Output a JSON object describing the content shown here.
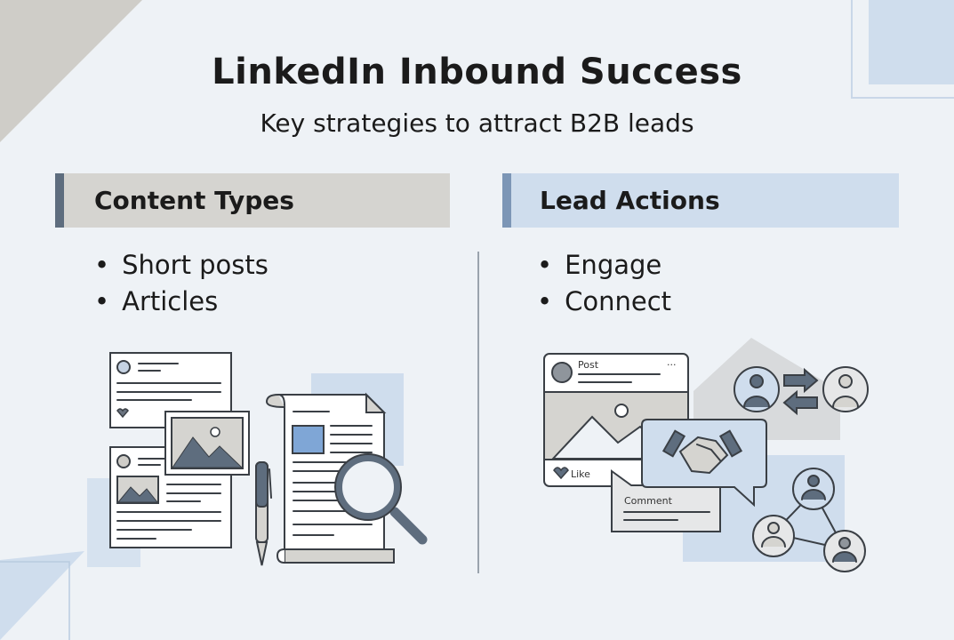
{
  "title": "LinkedIn Inbound Success",
  "subtitle": "Key strategies to attract B2B leads",
  "left": {
    "header": "Content Types",
    "bullets": [
      "Short posts",
      "Articles"
    ]
  },
  "right": {
    "header": "Lead Actions",
    "bullets": [
      "Engage",
      "Connect"
    ]
  },
  "illustration": {
    "post_label": "Post",
    "like_label": "Like",
    "comment_label": "Comment",
    "menu": "···"
  },
  "colors": {
    "background": "#eef2f6",
    "slate": "#5e6d7e",
    "light_blue": "#cfdded",
    "gray": "#d5d4d0"
  }
}
